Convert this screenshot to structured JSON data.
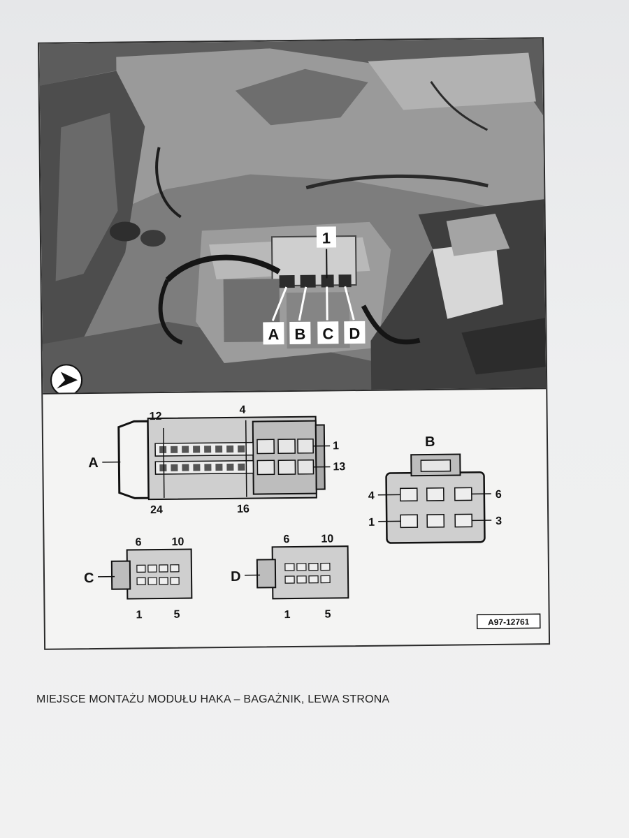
{
  "photo": {
    "callouts": {
      "part": "1",
      "a": "A",
      "b": "B",
      "c": "C",
      "d": "D"
    }
  },
  "connectors": {
    "a": {
      "letter": "A",
      "pin_12": "12",
      "pin_4": "4",
      "pin_1": "1",
      "pin_13": "13",
      "pin_24": "24",
      "pin_16": "16"
    },
    "b": {
      "letter": "B",
      "pin_4": "4",
      "pin_6": "6",
      "pin_1": "1",
      "pin_3": "3"
    },
    "c": {
      "letter": "C",
      "pin_6": "6",
      "pin_10": "10",
      "pin_1": "1",
      "pin_5": "5"
    },
    "d": {
      "letter": "D",
      "pin_6": "6",
      "pin_10": "10",
      "pin_1": "1",
      "pin_5": "5"
    }
  },
  "reference_code": "A97-12761",
  "caption": "MIEJSCE MONTAŻU MODUŁU HAKA – BAGAŻNIK, LEWA STRONA",
  "colors": {
    "frame": "#2a2a2a",
    "photo_dark": "#3a3a3a",
    "photo_mid": "#8a8a8a",
    "paper": "#f4f4f3"
  }
}
